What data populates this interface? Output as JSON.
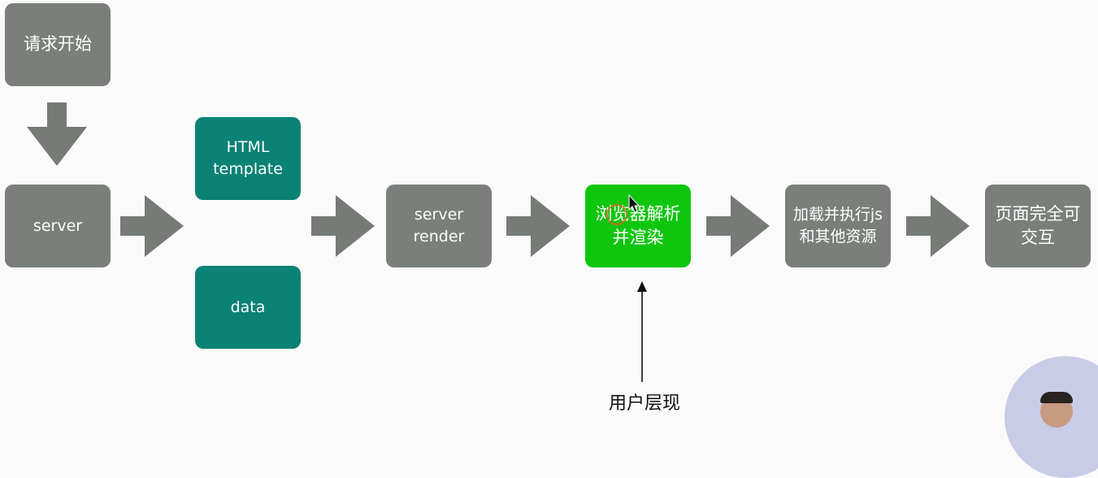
{
  "colors": {
    "gray_box": "#7a7f7a",
    "teal_box": "#0a8275",
    "green_box": "#0fc60f",
    "arrow": "#767b76"
  },
  "nodes": {
    "start": "请求开始",
    "server": "server",
    "html_template": "HTML\ntemplate",
    "data": "data",
    "server_render": "server\nrender",
    "browser_parse": "浏览器解析\n并渲染",
    "load_js": "加载并执行js\n和其他资源",
    "interactive": "页面完全可\n交互"
  },
  "annotation": {
    "label": "用户层现"
  }
}
